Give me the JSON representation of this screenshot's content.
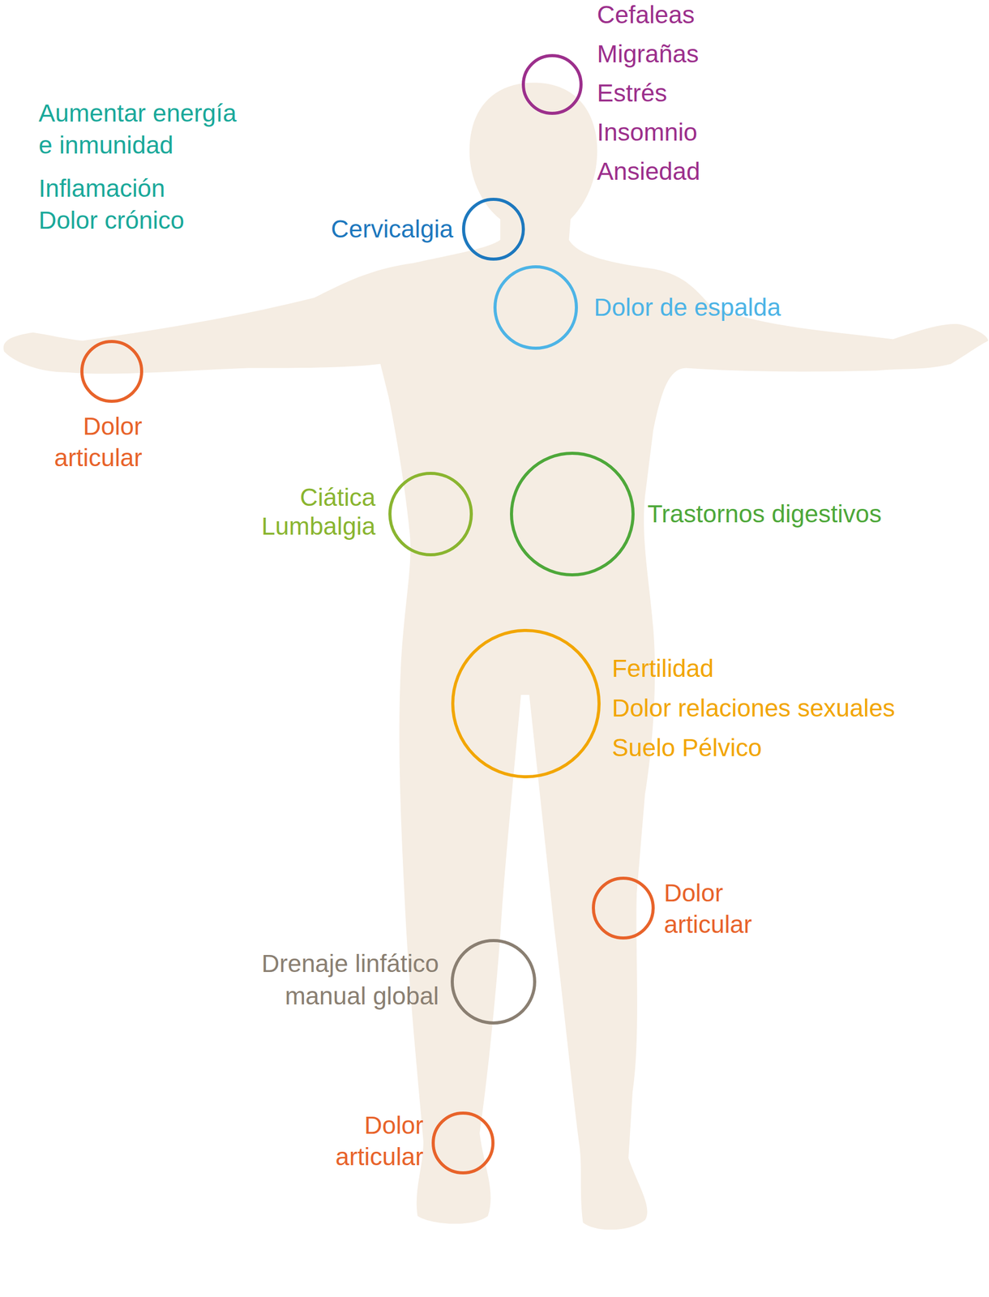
{
  "diagram": {
    "nodes": [
      {
        "text": [
          "Cefaleas",
          "Migrañas",
          "Estrés",
          "Insomnio",
          "Ansiedad"
        ]
      },
      {
        "text": [
          "Cervicalgia"
        ]
      },
      {
        "text": [
          "Dolor de espalda"
        ]
      },
      {
        "text": [
          "Dolor articular"
        ]
      },
      {
        "text": [
          "Ciática",
          "Lumbalgia"
        ]
      },
      {
        "text": [
          "Trastornos digestivos"
        ]
      },
      {
        "text": [
          "Fertilidad",
          "Dolor relaciones sexuales",
          "Suelo Pélvico"
        ]
      },
      {
        "text": [
          "Dolor articular"
        ]
      },
      {
        "text": [
          "Drenaje linfático manual global"
        ]
      },
      {
        "text": [
          "Dolor articular"
        ]
      }
    ],
    "labels": [
      "Aumentar energía e inmunidad",
      "Inflamación Dolor crónico"
    ]
  }
}
